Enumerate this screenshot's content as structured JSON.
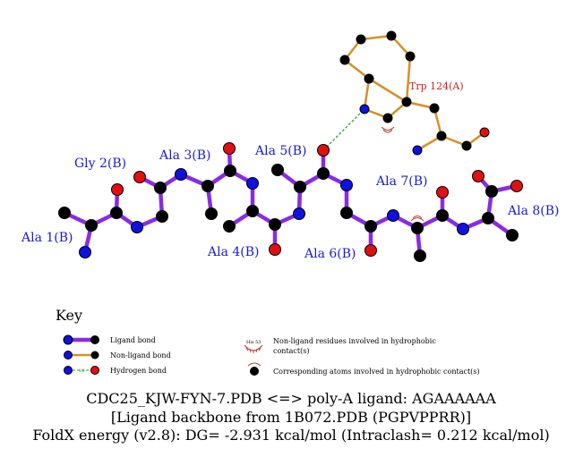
{
  "residues": {
    "ala1": "Ala 1(B)",
    "gly2": "Gly 2(B)",
    "ala3": "Ala 3(B)",
    "ala4": "Ala 4(B)",
    "ala5": "Ala 5(B)",
    "ala6": "Ala 6(B)",
    "ala7": "Ala 7(B)",
    "ala8": "Ala 8(B)",
    "trp": "Trp 124(A)"
  },
  "key": {
    "title": "Key",
    "ligand_bond": "Ligand bond",
    "nonligand_bond": "Non-ligand bond",
    "hydrogen_bond": "Hydrogen bond",
    "hbond_length": "3.0",
    "hydro_residue_sample": "His 53",
    "hydro_residues_line1": "Non-ligand residues involved in hydrophobic",
    "hydro_residues_line2": "contact(s)",
    "hydro_atoms": "Corresponding atoms involved in hydrophobic contact(s)"
  },
  "caption": {
    "line1": "CDC25_KJW-FYN-7.PDB <=> poly-A ligand: AGAAAAAA",
    "line2": "[Ligand backbone from 1B072.PDB (PGPVPPRR)]",
    "line3": "FoldX energy (v2.8): DG= -2.931 kcal/mol (Intraclash= 0.212 kcal/mol)"
  },
  "colors": {
    "ligand_bond": "#8a2be2",
    "nonligand_bond": "#d4902a",
    "hbond": "#1f9e1f",
    "carbon": "#000000",
    "nitrogen": "#1010e0",
    "oxygen": "#e01010",
    "hydrophobic": "#c0392b"
  }
}
